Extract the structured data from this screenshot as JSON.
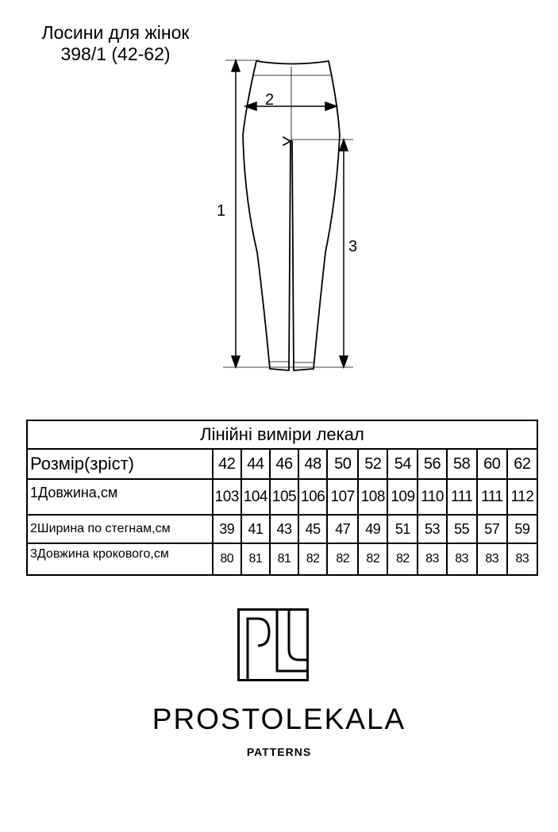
{
  "title": {
    "line1": "Лосини для жінок",
    "line2": "398/1 (42-62)"
  },
  "diagram": {
    "labels": {
      "length": "1",
      "hip_width": "2",
      "inseam": "3"
    }
  },
  "table": {
    "header": "Лінійні виміри лекал",
    "rows": [
      {
        "label": "Розмір(зріст)",
        "values": [
          "42",
          "44",
          "46",
          "48",
          "50",
          "52",
          "54",
          "56",
          "58",
          "60",
          "62"
        ]
      },
      {
        "label": "1Довжина,см",
        "values": [
          "103",
          "104",
          "105",
          "106",
          "107",
          "108",
          "109",
          "110",
          "111",
          "111",
          "112"
        ]
      },
      {
        "label": "2Ширина по стегнам,см",
        "values": [
          "39",
          "41",
          "43",
          "45",
          "47",
          "49",
          "51",
          "53",
          "55",
          "57",
          "59"
        ]
      },
      {
        "label": "3Довжина крокового,см",
        "values": [
          "80",
          "81",
          "81",
          "82",
          "82",
          "82",
          "82",
          "83",
          "83",
          "83",
          "83"
        ]
      }
    ]
  },
  "brand": {
    "name": "PROSTOLEKALA",
    "subtitle": "PATTERNS"
  }
}
